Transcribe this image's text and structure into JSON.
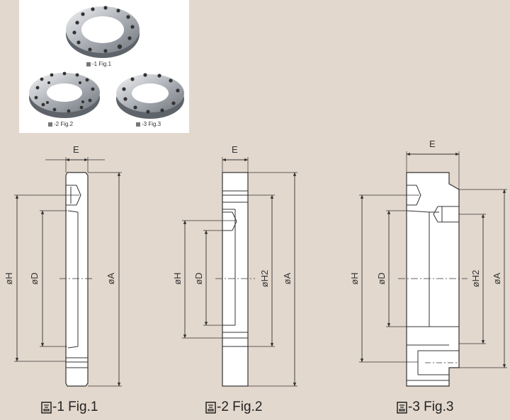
{
  "photos": {
    "fig1_caption": "-1 Fig.1",
    "fig2_caption": "-2 Fig.2",
    "fig3_caption": "-3 Fig.3"
  },
  "fig1": {
    "caption": "-1 Fig.1",
    "dims": {
      "E": "E",
      "H": "øH",
      "D": "øD",
      "A": "øA"
    }
  },
  "fig2": {
    "caption": "-2 Fig.2",
    "dims": {
      "E": "E",
      "H": "øH",
      "D": "øD",
      "H2": "øH2",
      "A": "øA"
    }
  },
  "fig3": {
    "caption": "-3 Fig.3",
    "dims": {
      "E": "E",
      "H": "øH",
      "D": "øD",
      "H2": "øH2",
      "A": "øA"
    }
  },
  "colors": {
    "background": "#e3d8cd",
    "line": "#333333",
    "part_face": "#ffffff"
  }
}
